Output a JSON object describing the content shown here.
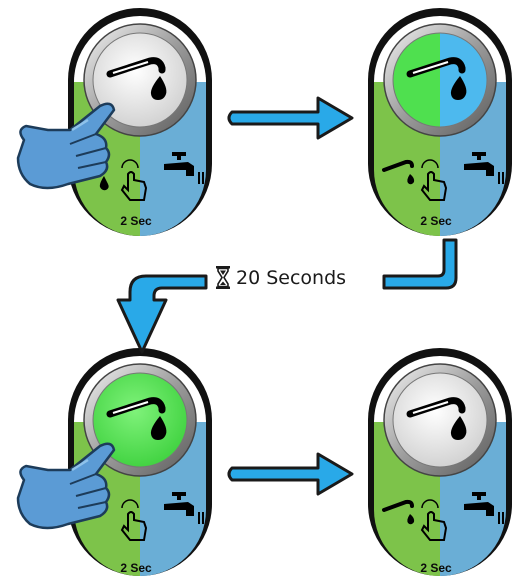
{
  "colors": {
    "green": "#7dc34a",
    "blue": "#6aaed6",
    "dark_ring": "#111111",
    "arrow_fill": "#29a9e8",
    "arrow_stroke": "#1a1a1a",
    "hand_fill": "#5b9bd5",
    "button_green": "#4fe04f",
    "button_blue": "#4db9ee",
    "button_silver": "#e6e6e6"
  },
  "steps": [
    {
      "id": "step-1",
      "button_state": "silver",
      "hand": "pressing",
      "left_icon": "dispense-drop",
      "right_icon": "faucet-icon",
      "timer_label": "2 Sec"
    },
    {
      "id": "step-2",
      "button_state": "green-blue",
      "hand": "none",
      "left_icon": "dispense-drop",
      "right_icon": "faucet-icon",
      "timer_label": "2 Sec"
    },
    {
      "id": "step-3",
      "button_state": "green",
      "hand": "pressing",
      "left_icon": "dispense-drop",
      "right_icon": "faucet-icon",
      "timer_label": "2 Sec"
    },
    {
      "id": "step-4",
      "button_state": "silver",
      "hand": "none",
      "left_icon": "dispense-drop",
      "right_icon": "faucet-icon",
      "timer_label": "2 Sec"
    }
  ],
  "wait": {
    "icon": "hourglass-icon",
    "label": "20 Seconds"
  }
}
